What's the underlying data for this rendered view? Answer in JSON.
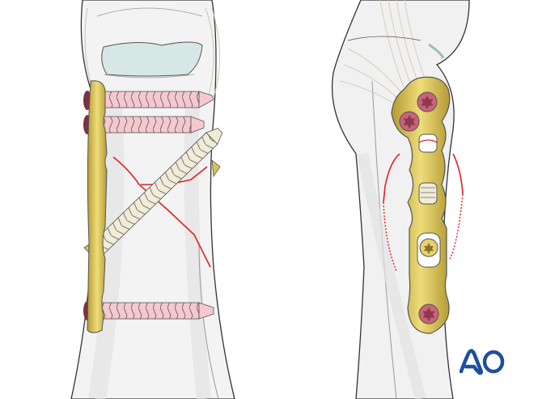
{
  "illustration": {
    "views": [
      {
        "id": "anterior",
        "label": "Dorsal view: plate with two proximal screws, oblique lag screw across fracture, one distal screw"
      },
      {
        "id": "lateral",
        "label": "Lateral view: 6-hole plate over fracture line"
      }
    ],
    "colors": {
      "bone": "#eeeeee",
      "bone_light": "#f7f7f7",
      "bone_shade": "#e2e2e2",
      "outline": "#333333",
      "cartilage": "#d6e6e6",
      "plate": "#d9c25a",
      "plate_dark": "#a58f2c",
      "screw_locking": "#f5c8cf",
      "screw_lag": "#f1ecd8",
      "screw_head": "#c9637a",
      "fracture": "#e31e24",
      "ligament": "#d8cfb8",
      "logo": "#1d4f9e"
    }
  },
  "logo": {
    "text": "AO"
  }
}
